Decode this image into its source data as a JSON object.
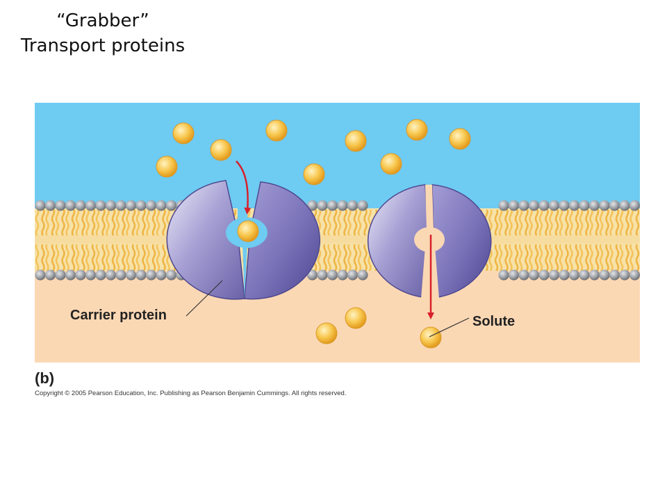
{
  "title": {
    "line1": "“Grabber”",
    "line2": "Transport proteins"
  },
  "diagram": {
    "label_carrier": "Carrier protein",
    "label_solute": "Solute",
    "panel_label": "(b)",
    "copyright": "Copyright © 2005 Pearson Education, Inc. Publishing as Pearson Benjamin Cummings. All rights reserved."
  },
  "colors": {
    "extracellular": "#6ecbf2",
    "cytoplasm": "#fbd8b4",
    "phospholipid_head": "#9a9da2",
    "phospholipid_tail": "#f0b848",
    "protein": "#8a82c0",
    "solute": "#f8c040",
    "arrow": "#d8202a"
  }
}
